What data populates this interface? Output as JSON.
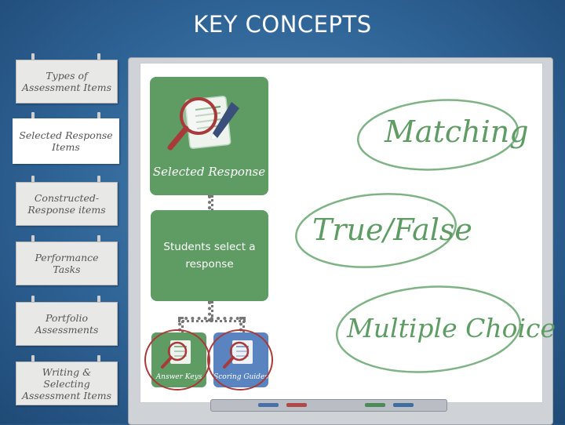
{
  "header": {
    "title": "KEY CONCEPTS"
  },
  "sidebar": {
    "items": [
      {
        "label": "Types of Assessment Items",
        "active": false
      },
      {
        "label": "Selected Response Items",
        "active": true
      },
      {
        "label": "Constructed-Response items",
        "active": false
      },
      {
        "label": "Performance Tasks",
        "active": false
      },
      {
        "label": "Portfolio Assessments",
        "active": false
      },
      {
        "label": "Writing & Selecting Assessment Items",
        "active": false
      }
    ]
  },
  "board": {
    "main_box_label": "Selected Response",
    "description": "Students select a response",
    "sub_items": [
      {
        "label": "Answer Keys"
      },
      {
        "label": "Scoring Guides"
      }
    ],
    "ovals": [
      {
        "label": "Matching"
      },
      {
        "label": "True/False"
      },
      {
        "label": "Multiple Choice"
      }
    ]
  },
  "colors": {
    "accent_green": "#5e9c64",
    "sub_blue": "#5a84c0",
    "background_blue": "#2f6497"
  }
}
